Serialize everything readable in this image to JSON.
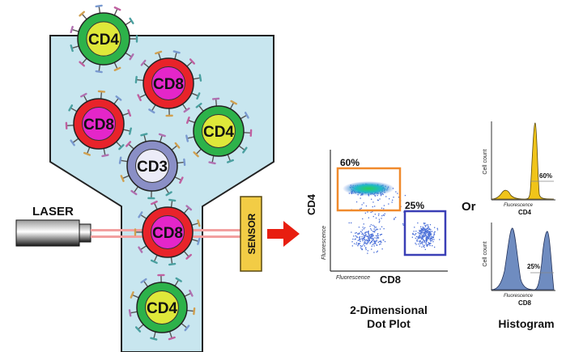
{
  "diagram": {
    "laser_label": "LASER",
    "sensor_label": "SENSOR",
    "cells": [
      {
        "label": "CD4",
        "type": "cd4"
      },
      {
        "label": "CD8",
        "type": "cd8"
      },
      {
        "label": "CD8",
        "type": "cd8"
      },
      {
        "label": "CD4",
        "type": "cd4"
      },
      {
        "label": "CD3",
        "type": "cd3"
      },
      {
        "label": "CD8",
        "type": "cd8"
      },
      {
        "label": "CD4",
        "type": "cd4"
      }
    ],
    "cell_colors": {
      "cd4": {
        "outer": "#2db24a",
        "inner": "#dfe83a"
      },
      "cd8": {
        "outer": "#e8232a",
        "inner": "#e426c9"
      },
      "cd3": {
        "outer": "#8a8fc6",
        "inner": "#ececf8"
      }
    },
    "or_label": "Or",
    "dot_plot": {
      "y_axis_label": "CD4",
      "x_axis_label": "CD8",
      "y_axis_sublabel": "Fluorescence",
      "x_axis_sublabel": "Fluorescence",
      "cd4_gate_pct": "60%",
      "cd8_gate_pct": "25%",
      "caption_line1": "2-Dimensional",
      "caption_line2": "Dot Plot"
    },
    "histogram_cd4": {
      "y_axis_label": "Cell count",
      "x_sublabel": "Fluorescence",
      "x_label": "CD4",
      "pct": "60%"
    },
    "histogram_cd8": {
      "y_axis_label": "Cell count",
      "x_sublabel": "Fluorescence",
      "x_label": "CD8",
      "pct": "25%"
    },
    "histogram_caption": "Histogram",
    "colors": {
      "channel": "#c8e6ef",
      "cd4_gate": "#f08a2c",
      "cd8_gate": "#3a3fb6",
      "arrow": "#e81e10",
      "sensor": "#f2cc45",
      "dots": "#4a6fd8",
      "hist_cd4": "#f0c419",
      "hist_cd8": "#6f8cc0"
    }
  }
}
